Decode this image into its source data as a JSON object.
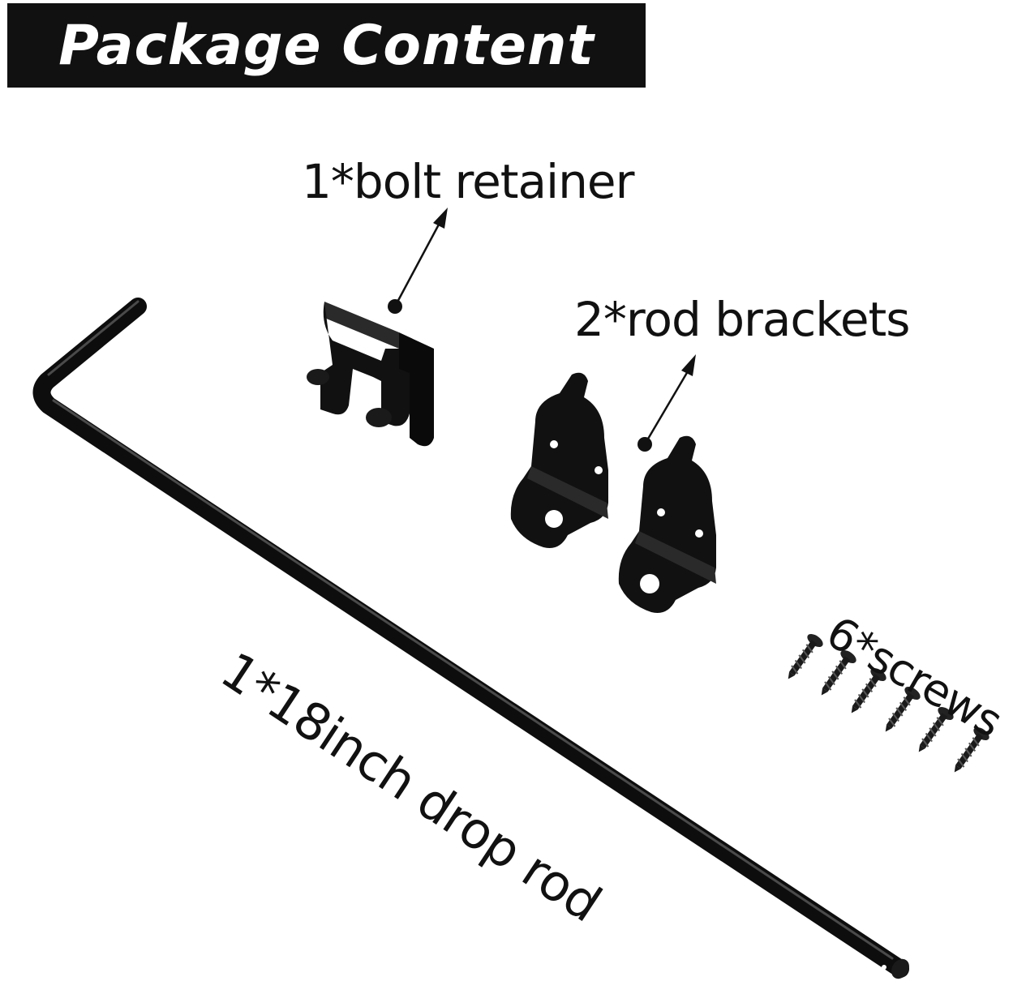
{
  "title": "Package Content",
  "items": {
    "bolt_retainer": {
      "label": "1*bolt retainer",
      "quantity": 1
    },
    "rod_brackets": {
      "label": "2*rod brackets",
      "quantity": 2
    },
    "screws": {
      "label": "6*screws",
      "quantity": 6
    },
    "drop_rod": {
      "label": "1*18inch drop rod",
      "quantity": 1
    }
  },
  "colors": {
    "title_background": "#111111",
    "title_text": "#ffffff",
    "hardware": "#0d0d0d",
    "background": "#ffffff"
  }
}
